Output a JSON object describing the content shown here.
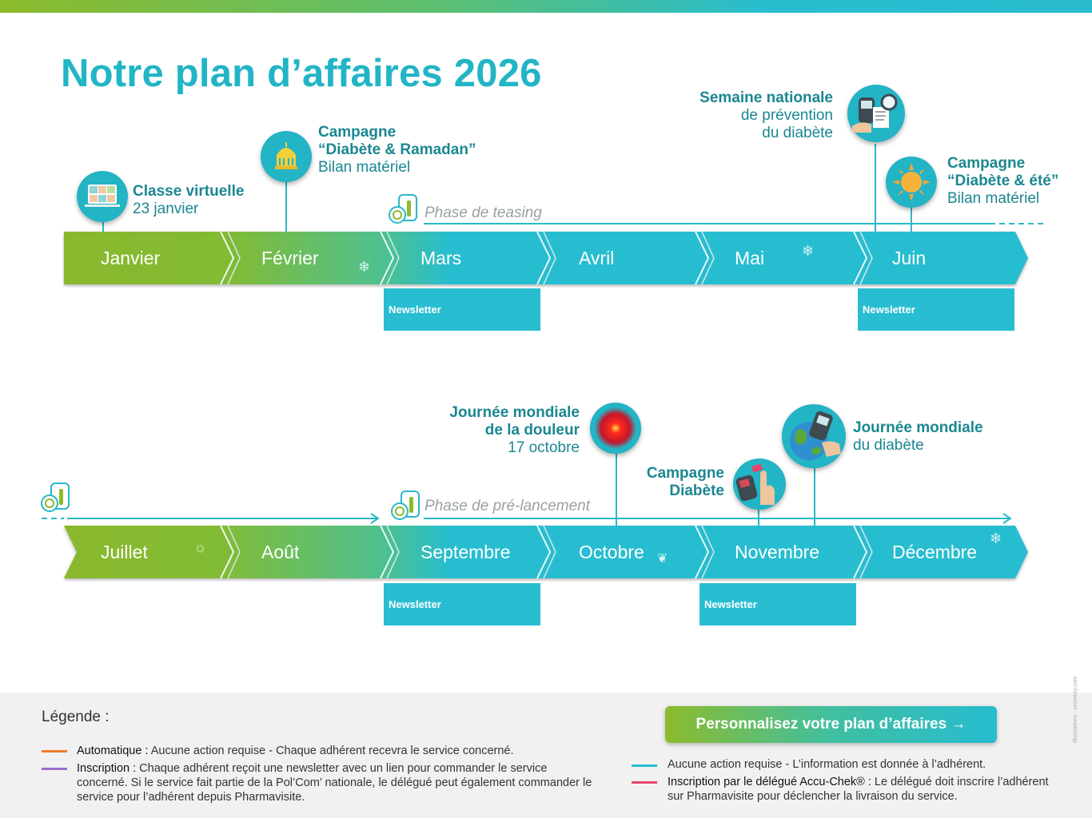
{
  "title": "Notre plan d’affaires 2026",
  "row1": {
    "months": [
      "Janvier",
      "Février",
      "Mars",
      "Avril",
      "Mai",
      "Juin"
    ],
    "newsletters": [
      "Newsletter",
      "Newsletter"
    ],
    "phase": "Phase de teasing"
  },
  "row2": {
    "months": [
      "Juillet",
      "Août",
      "Septembre",
      "Octobre",
      "Novembre",
      "Décembre"
    ],
    "newsletters": [
      "Newsletter",
      "Newsletter"
    ],
    "phase": "Phase de pré-lancement"
  },
  "events": {
    "classe": {
      "title": "Classe virtuelle",
      "sub": "23 janvier",
      "icon": "video-conference-icon"
    },
    "ramadan": {
      "title1": "Campagne",
      "title2": "“Diabète & Ramadan”",
      "sub": "Bilan matériel",
      "icon": "mosque-icon"
    },
    "semaine": {
      "title": "Semaine nationale",
      "sub1": "de prévention",
      "sub2": "du diabète",
      "icon": "glucometer-magnifier-icon"
    },
    "ete": {
      "title1": "Campagne",
      "title2": "“Diabète & été”",
      "sub": "Bilan matériel",
      "icon": "sun-icon"
    },
    "douleur": {
      "title1": "Journée mondiale",
      "title2": "de la douleur",
      "sub": "17 octobre",
      "icon": "pain-target-icon"
    },
    "diabete": {
      "title1": "Campagne",
      "title2": "Diabète",
      "icon": "glucometer-finger-icon"
    },
    "mondiale": {
      "title": "Journée mondiale",
      "sub": "du diabète",
      "icon": "globe-glucometer-icon"
    }
  },
  "legend": {
    "title": "Légende :",
    "items": [
      {
        "label": "Automatique :",
        "text": " Aucune action requise - Chaque adhérent recevra le service concerné.",
        "color": "#ef7d2d"
      },
      {
        "label": "Inscription :",
        "text": " Chaque adhérent reçoit une newsletter avec un lien pour commander le service concerné. Si le service fait partie de la Pol’Com’ nationale, le délégué peut également commander le service pour l’adhérent depuis Pharmavisite.",
        "color": "#9a6fc9"
      },
      {
        "label": "",
        "text": "Aucune action requise - L’information est donnée à l’adhérent.",
        "color": "#29bdd1"
      },
      {
        "label": "Inscription par le délégué Accu-Chek® :",
        "text": " Le délégué doit inscrire l’adhérent sur Pharmavisite pour déclencher la livraison du service.",
        "color": "#e8456d"
      }
    ]
  },
  "cta": {
    "label": "Personnalisez votre plan d’affaires →"
  },
  "credit": "Illustrations : vecteezy.com"
}
